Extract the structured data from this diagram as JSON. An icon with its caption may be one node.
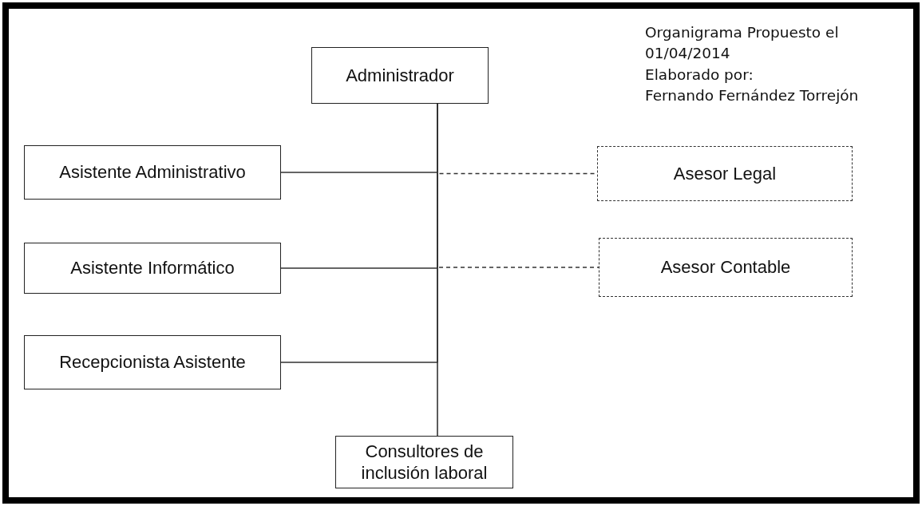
{
  "diagram": {
    "nodes": [
      {
        "text": [
          "Administrador"
        ]
      },
      {
        "text": [
          "Asistente Administrativo"
        ]
      },
      {
        "text": [
          "Asesor Legal"
        ]
      },
      {
        "text": [
          "Asistente Informático"
        ]
      },
      {
        "text": [
          "Asesor Contable"
        ]
      },
      {
        "text": [
          "Recepcionista Asistente"
        ]
      },
      {
        "text": [
          "Consultores de inclusión laboral"
        ]
      }
    ],
    "edges": [
      {
        "from": 0,
        "to": 6,
        "arrow": "none"
      },
      {
        "from": 0,
        "to": 1,
        "arrow": "none"
      },
      {
        "from": 0,
        "to": 2,
        "arrow": "none",
        "style": "dashed"
      },
      {
        "from": 0,
        "to": 3,
        "arrow": "none"
      },
      {
        "from": 0,
        "to": 4,
        "arrow": "none",
        "style": "dashed"
      },
      {
        "from": 0,
        "to": 5,
        "arrow": "none"
      }
    ],
    "labels": [
      "Organigrama Propuesto el 01/04/2014",
      "Elaborado por:",
      "Fernando Fernández Torrejón"
    ]
  }
}
